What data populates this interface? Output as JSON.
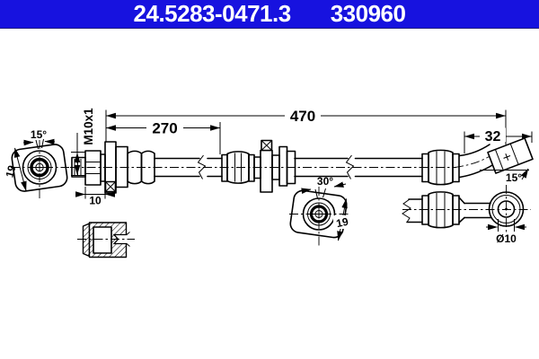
{
  "header": {
    "part_number": "24.5283-0471.3",
    "catalog_number": "330960",
    "bg_color": "#1712df",
    "text_color": "#ffffff"
  },
  "labels": {
    "len_total": "470",
    "len_first": "270",
    "len_end": "32",
    "thread": "M10x1",
    "angle_left": "15°",
    "hex_left": "19",
    "offset_left": "10",
    "angle_mid": "30°",
    "hex_mid": "19",
    "eye_dia": "Ø10",
    "angle_right": "15°"
  },
  "drawing": {
    "stroke_color": "#000000",
    "background_color": "#ffffff"
  }
}
